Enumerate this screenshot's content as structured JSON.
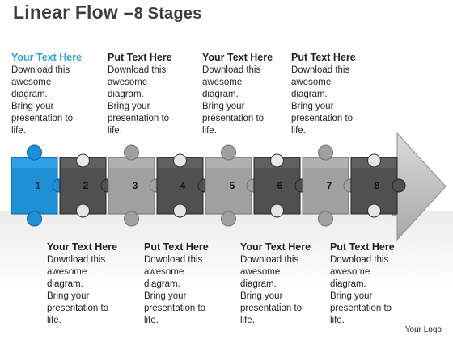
{
  "title": {
    "main": "Linear Flow –",
    "sub": "8 Stages"
  },
  "stages": [
    {
      "number": "1",
      "color": "#1f8fd6"
    },
    {
      "number": "2",
      "color": "#505050"
    },
    {
      "number": "3",
      "color": "#a0a0a0"
    },
    {
      "number": "4",
      "color": "#505050"
    },
    {
      "number": "5",
      "color": "#a0a0a0"
    },
    {
      "number": "6",
      "color": "#505050"
    },
    {
      "number": "7",
      "color": "#a0a0a0"
    },
    {
      "number": "8",
      "color": "#505050"
    }
  ],
  "top_texts": [
    {
      "heading": "Your Text Here",
      "body": "Download this\nawesome\ndiagram.\nBring your\npresentation to\nlife."
    },
    {
      "heading": "Put Text Here",
      "body": "Download this\nawesome\ndiagram.\nBring your\npresentation to\nlife."
    },
    {
      "heading": "Your Text Here",
      "body": "Download this\nawesome\ndiagram.\nBring your\npresentation to\nlife."
    },
    {
      "heading": "Put Text Here",
      "body": "Download this\nawesome\ndiagram.\nBring your\npresentation to\nlife."
    }
  ],
  "bottom_texts": [
    {
      "heading": "Your Text Here",
      "body": "Download this\nawesome\ndiagram.\nBring your\npresentation to\nlife."
    },
    {
      "heading": "Put Text Here",
      "body": "Download this\nawesome\ndiagram.\nBring your\npresentation to\nlife."
    },
    {
      "heading": "Your Text Here",
      "body": "Download this\nawesome\ndiagram.\nBring your\npresentation to\nlife."
    },
    {
      "heading": "Put Text Here",
      "body": "Download this\nawesome\ndiagram.\nBring your\npresentation to\nlife."
    }
  ],
  "logo": "Your Logo",
  "colors": {
    "accent": "#2aa3dc",
    "arrow": "#c4c4c4"
  }
}
